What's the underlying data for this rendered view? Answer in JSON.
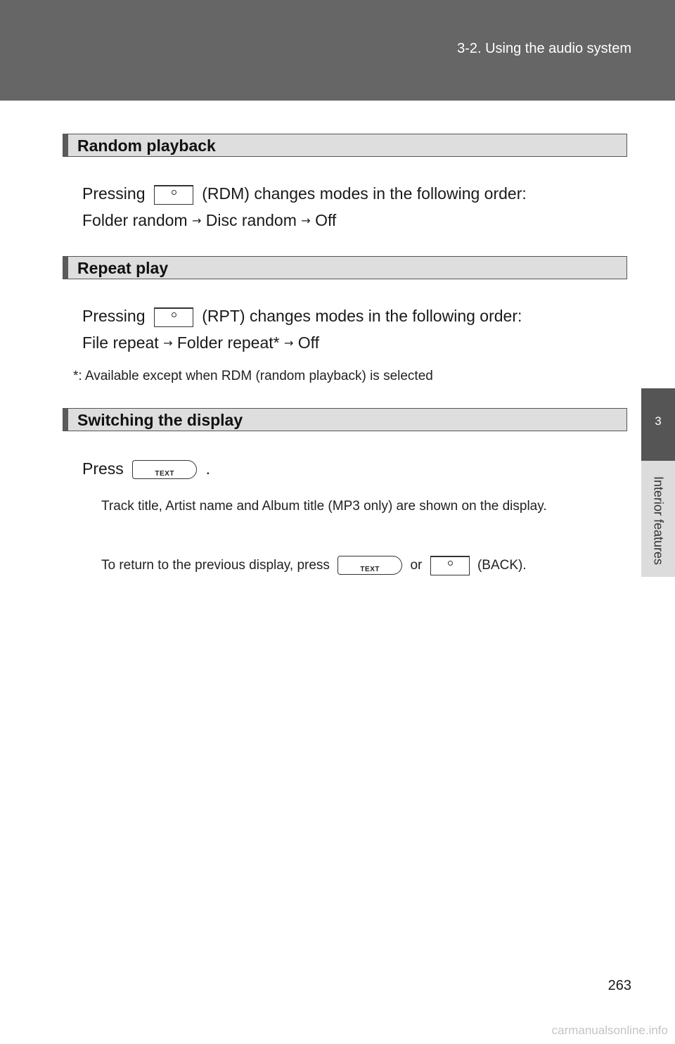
{
  "header": {
    "title": "3-2. Using the audio system"
  },
  "side_tab": {
    "chapter_number": "3",
    "chapter_label": "Interior features"
  },
  "sections": {
    "random": {
      "heading": "Random playback",
      "line1_before": "Pressing",
      "line1_after": "(RDM) changes modes in the following order:",
      "seq_1": "Folder random",
      "seq_2": "Disc random",
      "seq_3": "Off"
    },
    "repeat": {
      "heading": "Repeat play",
      "line1_before": "Pressing",
      "line1_after": "(RPT) changes modes in the following order:",
      "seq_1": "File repeat",
      "seq_2": "Folder repeat*",
      "seq_3": "Off",
      "footnote": "*: Available except when RDM (random playback) is selected"
    },
    "display": {
      "heading": "Switching the display",
      "press_label": "Press",
      "press_end": ".",
      "para1": "Track title, Artist name and Album title (MP3 only) are shown on the display.",
      "para2_before": "To return to the previous display, press",
      "para2_or": "or",
      "para2_after": "(BACK)."
    }
  },
  "buttons": {
    "text_label": "TEXT"
  },
  "symbols": {
    "arrow": "→"
  },
  "page_number": "263",
  "watermark": "carmanualsonline.info"
}
